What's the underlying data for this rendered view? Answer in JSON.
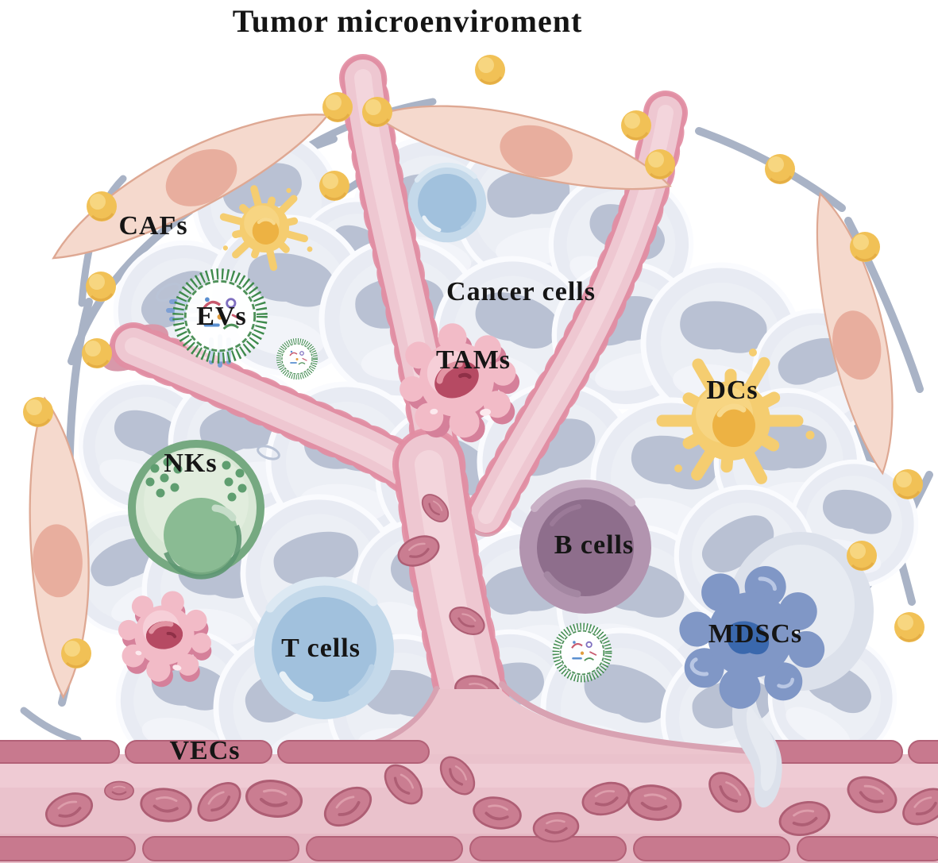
{
  "title": "Tumor microenviroment",
  "labels": {
    "cafs": "CAFs",
    "evs": "EVs",
    "cancer_cells": "Cancer cells",
    "tams": "TAMs",
    "dcs": "DCs",
    "nks": "NKs",
    "b_cells": "B cells",
    "t_cells": "T cells",
    "mdscs": "MDSCs",
    "vecs": "VECs"
  },
  "colors": {
    "background": "#ffffff",
    "cancer_cell_body": "#e8ebf3",
    "cancer_cell_nucleus": "#b9c1d3",
    "vessel_fill": "#eec7d1",
    "vessel_edge": "#d8a2b2",
    "endothelial_segment": "#c8798e",
    "red_blood_cell": "#ca7d91",
    "fibroblast": "#f5d9cd",
    "dendritic_cell": "#f5cd70",
    "nk_cell": "#8abb93",
    "b_cell": "#8e6e8c",
    "t_cell": "#a1c1dd",
    "mdsc_cell": "#8097c6",
    "macrophage": "#f2bbc7",
    "ev_ring": "#3e8a4c",
    "cytokine_dot": "#f1c156",
    "collagen_fiber": "#a9b3c6",
    "label_text": "#151515"
  }
}
